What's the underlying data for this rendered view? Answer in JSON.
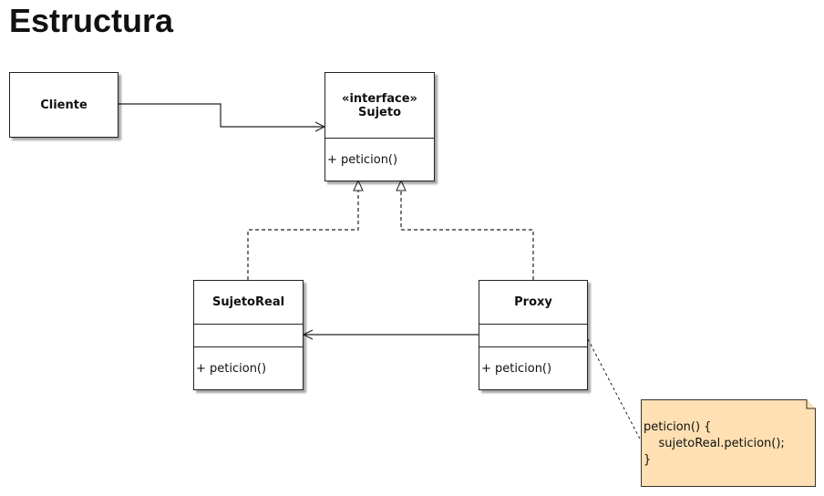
{
  "title": "Estructura",
  "cliente": {
    "name": "Cliente"
  },
  "sujeto": {
    "stereotype": "«interface»",
    "name": "Sujeto",
    "operation": "+ peticion()"
  },
  "sujeto_real": {
    "name": "SujetoReal",
    "operation": "+ peticion()"
  },
  "proxy": {
    "name": "Proxy",
    "operation": "+ peticion()"
  },
  "note": {
    "lines": [
      "peticion() {",
      "    sujetoReal.peticion();",
      "}"
    ]
  },
  "colors": {
    "note_fill": "#fee0b2",
    "border": "#222222"
  }
}
